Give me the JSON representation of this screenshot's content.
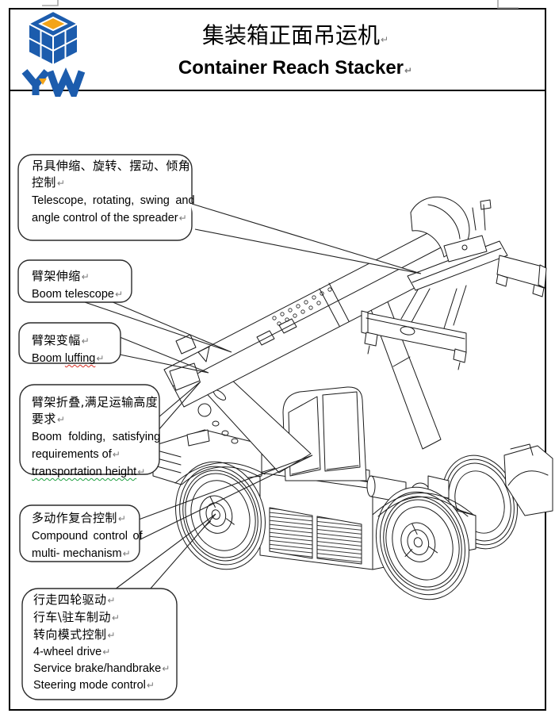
{
  "header": {
    "title_zh": "集装箱正面吊运机",
    "title_en": "Container Reach Stacker",
    "logo": {
      "label": "YW",
      "blue": "#1c5cad",
      "orange": "#f4a418"
    }
  },
  "marks": {
    "return": "↵"
  },
  "colors": {
    "spellcheck_red": "#d93025",
    "grammar_green": "#1e9e40",
    "line": "#1a1a1a"
  },
  "callouts": [
    {
      "zh": [
        "吊具伸缩、旋转、摆动、倾角",
        "控制"
      ],
      "en": [
        "Telescope, rotating, swing and",
        "angle control of the spreader"
      ]
    },
    {
      "zh": [
        "臂架伸缩"
      ],
      "en": [
        "Boom telescope"
      ]
    },
    {
      "zh": [
        "臂架变幅"
      ],
      "en_prefix": "Boom",
      "en_flagged": "luffing"
    },
    {
      "zh": [
        "臂架折叠,满足运输高度",
        "要求"
      ],
      "en": [
        "Boom folding, satisfying",
        "requirements of"
      ],
      "en_flagged": "transportation height"
    },
    {
      "zh": [
        "多动作复合控制"
      ],
      "en": [
        "Compound control of",
        "multi- mechanism"
      ]
    },
    {
      "zh": [
        "行走四轮驱动",
        "行车\\驻车制动",
        "转向模式控制"
      ],
      "en": [
        "4-wheel drive",
        "Service brake/handbrake",
        "Steering mode control"
      ]
    }
  ]
}
